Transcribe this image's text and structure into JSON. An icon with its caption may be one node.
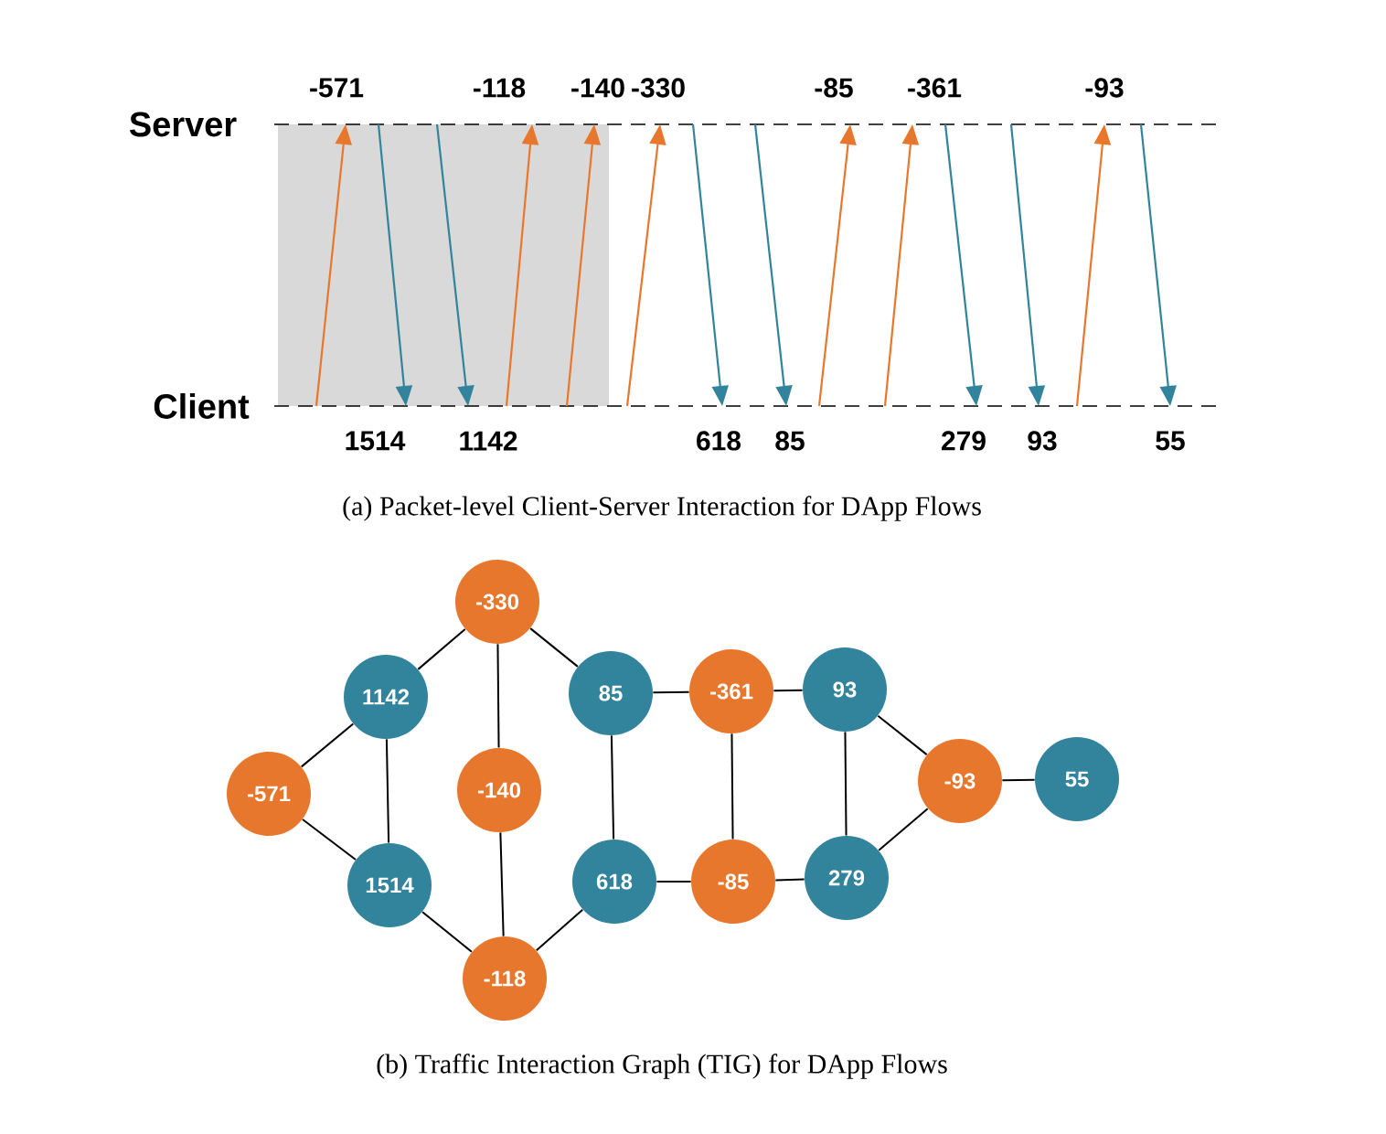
{
  "diagram": {
    "nodes": [
      {
        "text": [
          "Server"
        ]
      },
      {
        "text": [
          "Client"
        ]
      },
      {
        "text": [
          "-330"
        ]
      },
      {
        "text": [
          "1142"
        ]
      },
      {
        "text": [
          "85"
        ]
      },
      {
        "text": [
          "-361"
        ]
      },
      {
        "text": [
          "93"
        ]
      },
      {
        "text": [
          "-571"
        ]
      },
      {
        "text": [
          "-140"
        ]
      },
      {
        "text": [
          "-93"
        ]
      },
      {
        "text": [
          "55"
        ]
      },
      {
        "text": [
          "1514"
        ]
      },
      {
        "text": [
          "618"
        ]
      },
      {
        "text": [
          "-85"
        ]
      },
      {
        "text": [
          "279"
        ]
      },
      {
        "text": [
          "-118"
        ]
      }
    ],
    "edges": [
      {
        "from": 1,
        "to": 0,
        "arrow": "to",
        "label": "-571",
        "color": "#e8772e"
      },
      {
        "from": 0,
        "to": 1,
        "arrow": "to",
        "label": "1514",
        "color": "#31849b"
      },
      {
        "from": 0,
        "to": 1,
        "arrow": "to",
        "label": "1142",
        "color": "#31849b"
      },
      {
        "from": 1,
        "to": 0,
        "arrow": "to",
        "label": "-118",
        "color": "#e8772e"
      },
      {
        "from": 1,
        "to": 0,
        "arrow": "to",
        "label": "-140",
        "color": "#e8772e"
      },
      {
        "from": 1,
        "to": 0,
        "arrow": "to",
        "label": "-330",
        "color": "#e8772e"
      },
      {
        "from": 0,
        "to": 1,
        "arrow": "to",
        "label": "618",
        "color": "#31849b"
      },
      {
        "from": 0,
        "to": 1,
        "arrow": "to",
        "label": "85",
        "color": "#31849b"
      },
      {
        "from": 1,
        "to": 0,
        "arrow": "to",
        "label": "-85",
        "color": "#e8772e"
      },
      {
        "from": 1,
        "to": 0,
        "arrow": "to",
        "label": "-361",
        "color": "#e8772e"
      },
      {
        "from": 0,
        "to": 1,
        "arrow": "to",
        "label": "279",
        "color": "#31849b"
      },
      {
        "from": 0,
        "to": 1,
        "arrow": "to",
        "label": "93",
        "color": "#31849b"
      },
      {
        "from": 1,
        "to": 0,
        "arrow": "to",
        "label": "-93",
        "color": "#e8772e"
      },
      {
        "from": 0,
        "to": 1,
        "arrow": "to",
        "label": "55",
        "color": "#31849b"
      },
      {
        "from": 2,
        "to": 3,
        "arrow": "none"
      },
      {
        "from": 2,
        "to": 4,
        "arrow": "none"
      },
      {
        "from": 2,
        "to": 8,
        "arrow": "none"
      },
      {
        "from": 8,
        "to": 15,
        "arrow": "none"
      },
      {
        "from": 3,
        "to": 7,
        "arrow": "none"
      },
      {
        "from": 3,
        "to": 11,
        "arrow": "none"
      },
      {
        "from": 7,
        "to": 11,
        "arrow": "none"
      },
      {
        "from": 11,
        "to": 15,
        "arrow": "none"
      },
      {
        "from": 15,
        "to": 12,
        "arrow": "none"
      },
      {
        "from": 12,
        "to": 4,
        "arrow": "none"
      },
      {
        "from": 4,
        "to": 5,
        "arrow": "none"
      },
      {
        "from": 5,
        "to": 6,
        "arrow": "none"
      },
      {
        "from": 5,
        "to": 13,
        "arrow": "none"
      },
      {
        "from": 12,
        "to": 13,
        "arrow": "none"
      },
      {
        "from": 13,
        "to": 14,
        "arrow": "none"
      },
      {
        "from": 6,
        "to": 14,
        "arrow": "none"
      },
      {
        "from": 6,
        "to": 9,
        "arrow": "none"
      },
      {
        "from": 14,
        "to": 9,
        "arrow": "none"
      },
      {
        "from": 9,
        "to": 10,
        "arrow": "none"
      }
    ],
    "labels": [
      "(a) Packet-level Client-Server Interaction for DApp Flows",
      "(b) Traffic Interaction Graph (TIG) for DApp Flows"
    ]
  }
}
